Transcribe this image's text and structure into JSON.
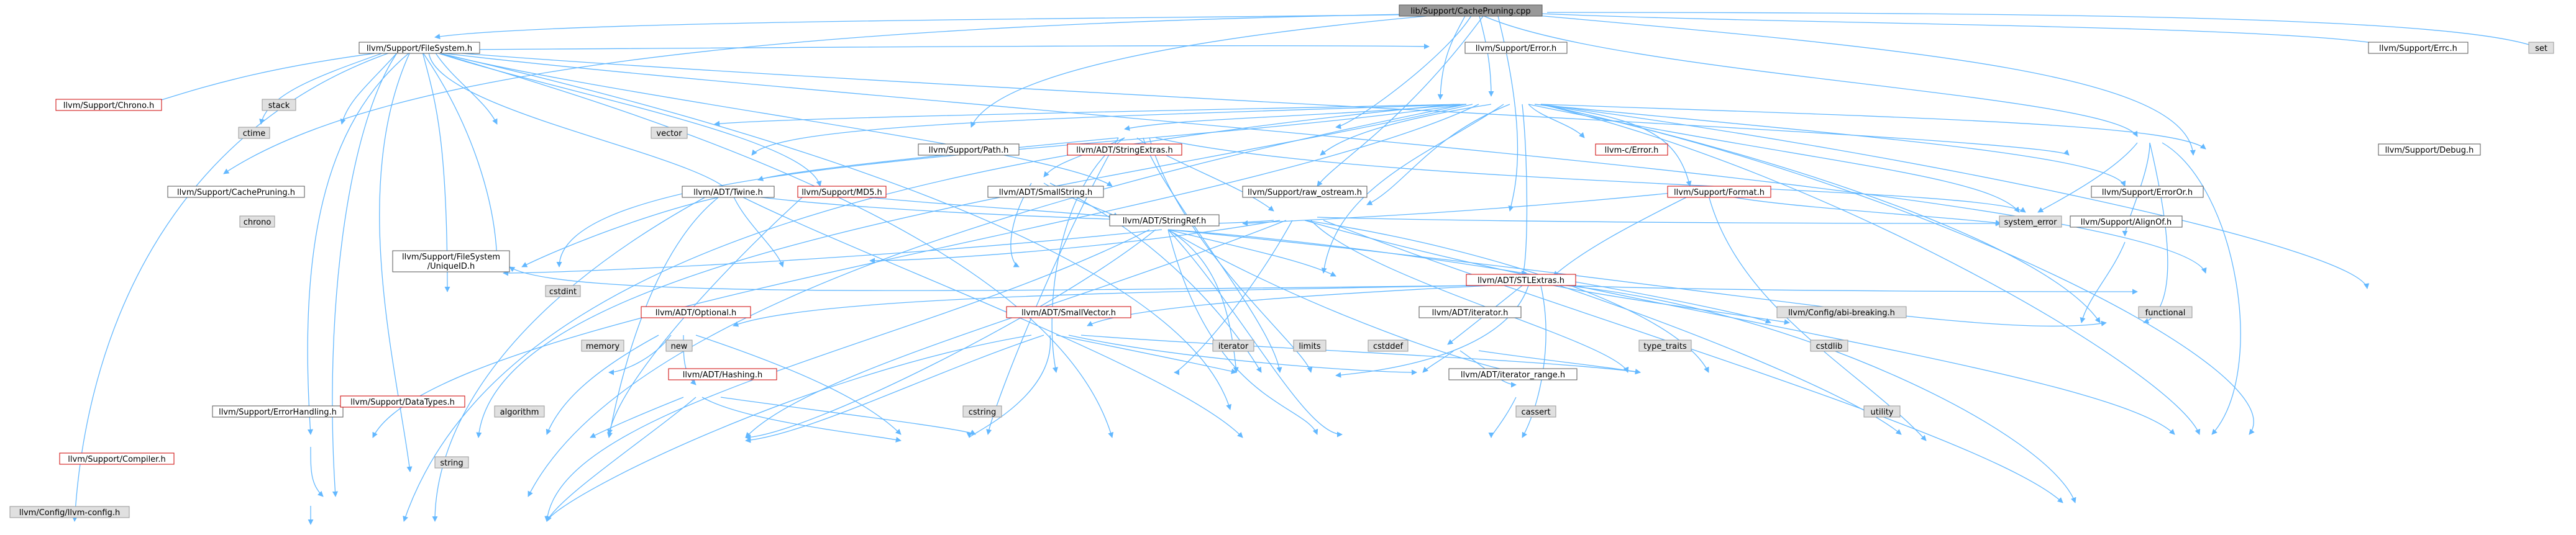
{
  "colors": {
    "edge": "#63b8ff",
    "root_fill": "#999999",
    "external_fill": "#e0e0e0",
    "incomplete_border": "#cc0000"
  },
  "nodes": {
    "root": "lib/Support/CachePruning.cpp",
    "filesystem": "llvm/Support/FileSystem.h",
    "error": "llvm/Support/Error.h",
    "errc": "llvm/Support/Errc.h",
    "set": "set",
    "chrono_h": "llvm/Support/Chrono.h",
    "stack": "stack",
    "ctime": "ctime",
    "vector": "vector",
    "path": "llvm/Support/Path.h",
    "stringextras": "llvm/ADT/StringExtras.h",
    "cerror": "llvm-c/Error.h",
    "debug": "llvm/Support/Debug.h",
    "cachepruning_h": "llvm/Support/CachePruning.h",
    "twine": "llvm/ADT/Twine.h",
    "md5": "llvm/Support/MD5.h",
    "smallstring": "llvm/ADT/SmallString.h",
    "rawostream": "llvm/Support/raw_ostream.h",
    "format": "llvm/Support/Format.h",
    "erroror": "llvm/Support/ErrorOr.h",
    "chrono": "chrono",
    "system_error": "system_error",
    "alignof": "llvm/Support/AlignOf.h",
    "stringref": "llvm/ADT/StringRef.h",
    "uniqueid_1": "llvm/Support/FileSystem",
    "uniqueid_2": "/UniqueID.h",
    "stlextras": "llvm/ADT/STLExtras.h",
    "cstdint": "cstdint",
    "optional": "llvm/ADT/Optional.h",
    "smallvector": "llvm/ADT/SmallVector.h",
    "iterator_h": "llvm/ADT/iterator.h",
    "configabi": "llvm/Config/abi-breaking.h",
    "functional": "functional",
    "memory": "memory",
    "new": "new",
    "hashing": "llvm/ADT/Hashing.h",
    "iterator": "iterator",
    "limits": "limits",
    "cstddef": "cstddef",
    "iterator_range": "llvm/ADT/iterator_range.h",
    "type_traits": "type_traits",
    "cstdlib": "cstdlib",
    "errorhandling": "llvm/Support/ErrorHandling.h",
    "datatypes": "llvm/Support/DataTypes.h",
    "algorithm": "algorithm",
    "cstring": "cstring",
    "cassert": "cassert",
    "utility": "utility",
    "compiler": "llvm/Support/Compiler.h",
    "string": "string",
    "llvmconfig": "llvm/Config/llvm-config.h"
  }
}
